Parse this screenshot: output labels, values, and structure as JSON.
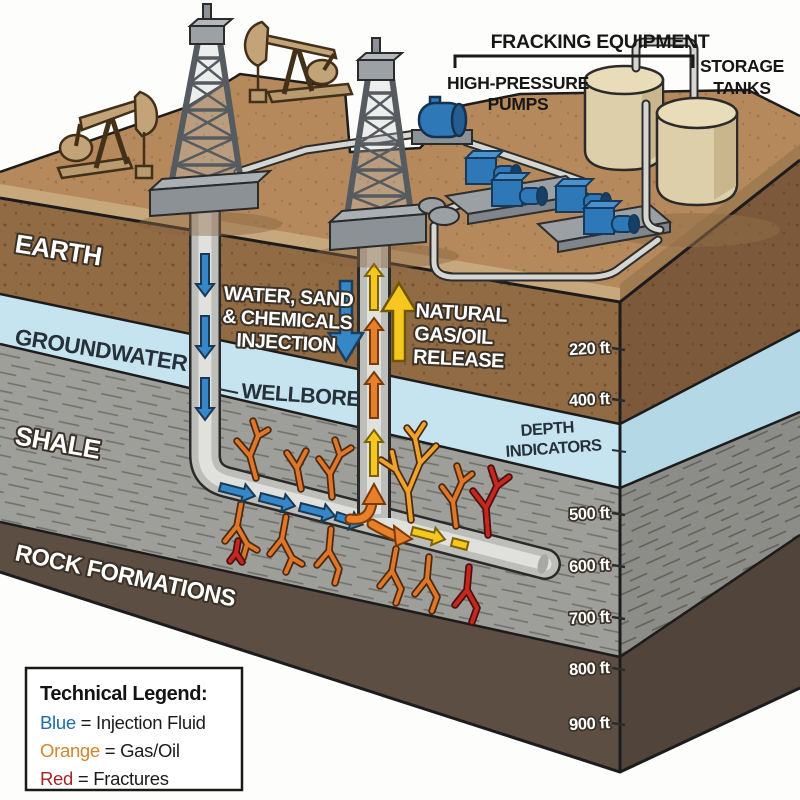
{
  "equipment_labels": {
    "fracking_equipment": "FRACKING EQUIPMENT",
    "high_pressure_pumps": [
      "HIGH-PRESSURE",
      "PUMPS"
    ],
    "storage_tanks": [
      "STORAGE",
      "TANKS"
    ]
  },
  "layer_labels": {
    "earth": "EARTH",
    "groundwater": "GROUNDWATER",
    "shale": "SHALE",
    "rock_formations": "ROCK FORMATIONS"
  },
  "flow_labels": {
    "injection": [
      "WATER, SAND",
      "& CHEMICALS",
      "INJECTION"
    ],
    "release": [
      "NATURAL",
      "GAS/OIL",
      "RELEASE"
    ],
    "wellbore": "WELLBORE",
    "depth_indicators": [
      "DEPTH",
      "INDICATORS"
    ]
  },
  "depth_markers": [
    "220 ft",
    "400 ft",
    "500 ft",
    "600 ft",
    "700 ft",
    "800 ft",
    "900 ft"
  ],
  "legend": {
    "title": "Technical Legend:",
    "items": [
      {
        "term": "Blue",
        "rest": " = Injection Fluid",
        "color": "#1b6ca8"
      },
      {
        "term": "Orange",
        "rest": " = Gas/Oil",
        "color": "#d0872f"
      },
      {
        "term": "Red",
        "rest": " = Fractures",
        "color": "#a5242a"
      }
    ]
  },
  "colors": {
    "surface_tan": "#b5895c",
    "earth_brown": "#916b44",
    "groundwater_blue": "#c6e4f0",
    "shale_gray": "#9e9e9a",
    "rock_brown": "#5d4e43",
    "injection_blue": "#3787c8",
    "gas_oil_orange": "#e8802b",
    "release_yellow": "#f6c81f",
    "fracture_red": "#c5281c",
    "pipe_gray": "#bdbdb9",
    "equipment_blue": "#2f78b8",
    "tank_tan": "#decfab"
  }
}
